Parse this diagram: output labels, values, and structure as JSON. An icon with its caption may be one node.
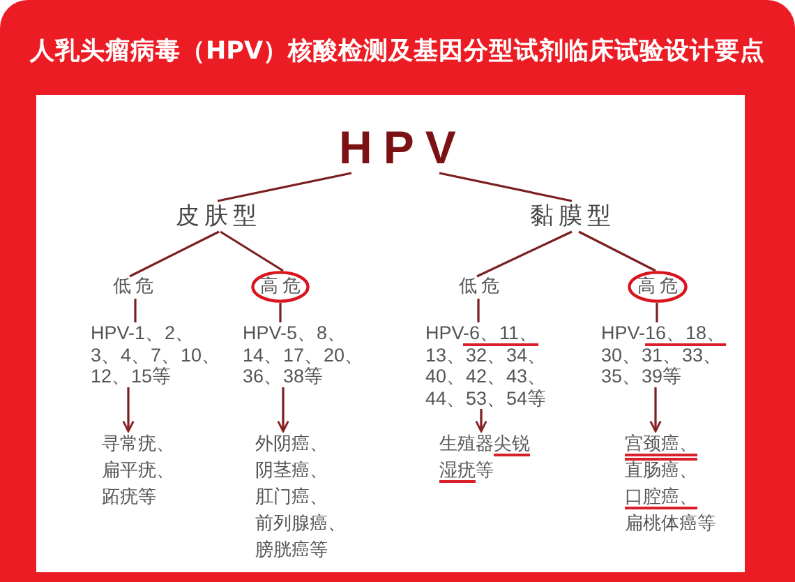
{
  "diagram": {
    "title": "人乳头瘤病毒（HPV）核酸检测及基因分型试剂临床试验设计要点",
    "nodes": [
      {
        "text": [
          "HPV"
        ]
      },
      {
        "text": [
          "皮肤型"
        ]
      },
      {
        "text": [
          "黏膜型"
        ]
      },
      {
        "text": [
          "低危"
        ]
      },
      {
        "text": [
          "高危"
        ]
      },
      {
        "text": [
          "低危"
        ]
      },
      {
        "text": [
          "高危"
        ]
      },
      {
        "text": [
          "HPV-1、2、3、4、7、10、12、15等"
        ]
      },
      {
        "text": [
          "HPV-5、8、14、17、20、36、38等"
        ]
      },
      {
        "text": [
          "HPV-6、11、13、32、34、40、42、43、44、53、54等"
        ]
      },
      {
        "text": [
          "HPV-16、18、30、31、33、35、39等"
        ]
      },
      {
        "text": [
          "寻常疣、扁平疣、跖疣等"
        ]
      },
      {
        "text": [
          "外阴癌、阴茎癌、肛门癌、前列腺癌、膀胱癌等"
        ]
      },
      {
        "text": [
          "生殖器尖锐湿疣等"
        ]
      },
      {
        "text": [
          "宫颈癌、直肠癌、口腔癌、扁桃体癌等"
        ]
      }
    ],
    "edges": [
      {
        "from": 0,
        "to": 1,
        "arrow": "none"
      },
      {
        "from": 0,
        "to": 2,
        "arrow": "none"
      },
      {
        "from": 1,
        "to": 3,
        "arrow": "none"
      },
      {
        "from": 1,
        "to": 4,
        "arrow": "none"
      },
      {
        "from": 2,
        "to": 5,
        "arrow": "none"
      },
      {
        "from": 2,
        "to": 6,
        "arrow": "none"
      },
      {
        "from": 3,
        "to": 7,
        "arrow": "none"
      },
      {
        "from": 4,
        "to": 8,
        "arrow": "none"
      },
      {
        "from": 5,
        "to": 9,
        "arrow": "none"
      },
      {
        "from": 6,
        "to": 10,
        "arrow": "none"
      },
      {
        "from": 7,
        "to": 11,
        "arrow": "to"
      },
      {
        "from": 8,
        "to": 12,
        "arrow": "to"
      },
      {
        "from": 9,
        "to": 13,
        "arrow": "to"
      },
      {
        "from": 10,
        "to": 14,
        "arrow": "to"
      }
    ]
  }
}
